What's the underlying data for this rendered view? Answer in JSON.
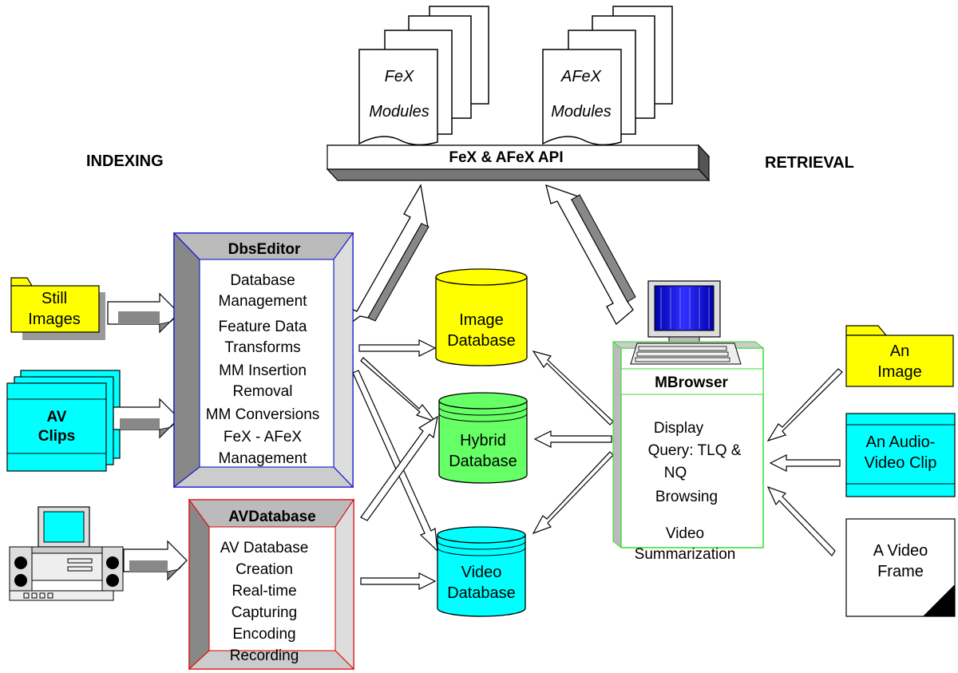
{
  "headings": {
    "indexing": "INDEXING",
    "retrieval": "RETRIEVAL"
  },
  "api": {
    "label": "FeX & AFeX API"
  },
  "modules": {
    "fex": [
      "FeX",
      "Modules"
    ],
    "afex": [
      "AFeX",
      "Modules"
    ]
  },
  "inputs_left": {
    "still_images": [
      "Still",
      "Images"
    ],
    "av_clips": [
      "AV",
      "Clips"
    ]
  },
  "dbs_editor": {
    "title": "DbsEditor",
    "lines": [
      "Database",
      "Management",
      "Feature Data",
      "Transforms",
      "MM Insertion",
      "Removal",
      "MM Conversions",
      "FeX - AFeX",
      "Management"
    ]
  },
  "av_database": {
    "title": "AVDatabase",
    "lines": [
      "AV Database",
      "Creation",
      "Real-time",
      "Capturing",
      "Encoding",
      "Recording"
    ]
  },
  "databases": {
    "image": [
      "Image",
      "Database"
    ],
    "hybrid": [
      "Hybrid",
      "Database"
    ],
    "video": [
      "Video",
      "Database"
    ]
  },
  "mbrowser": {
    "title": "MBrowser",
    "lines": [
      "Display",
      "Query: TLQ &",
      "NQ",
      "Browsing",
      "Video",
      "Summarization"
    ]
  },
  "queries_right": {
    "image": [
      "An",
      "Image"
    ],
    "av_clip": [
      "An Audio-",
      "Video Clip"
    ],
    "video_frame": [
      "A Video",
      "Frame"
    ]
  },
  "colors": {
    "yellow": "#ffff00",
    "cyan": "#00ffff",
    "green": "#66ff66",
    "blue_border": "#0000cc",
    "red_border": "#dd0000",
    "green_border": "#33dd33",
    "gray": "#888888",
    "light_gray": "#dddddd"
  }
}
